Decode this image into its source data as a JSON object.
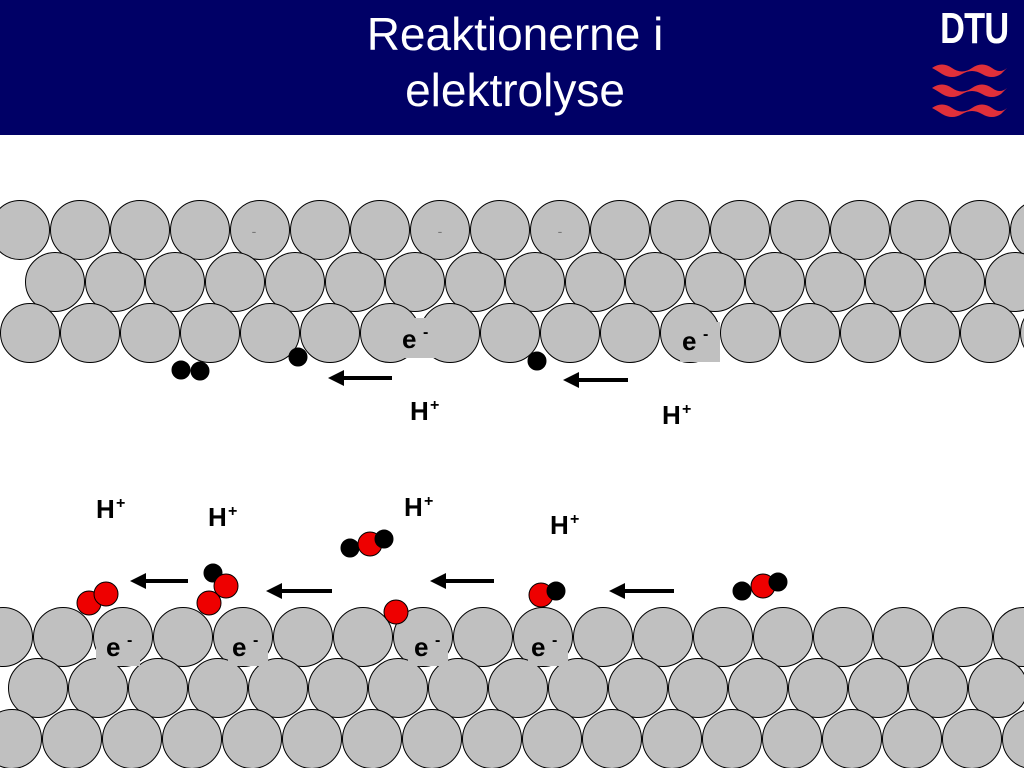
{
  "header": {
    "title_line1": "Reaktionerne i",
    "title_line2": "elektrolyse",
    "logo_text": "DTU",
    "background_color": "#000066",
    "logo_wave_color": "#e0303a"
  },
  "diagram": {
    "atom_color": "#c0c0c0",
    "hydrogen_color": "#000000",
    "oxygen_color": "#ee0000",
    "electron_label": "e",
    "electron_charge": "-",
    "proton_label": "H",
    "proton_charge": "+",
    "surface_marks": [
      "-",
      "-",
      "-"
    ]
  }
}
